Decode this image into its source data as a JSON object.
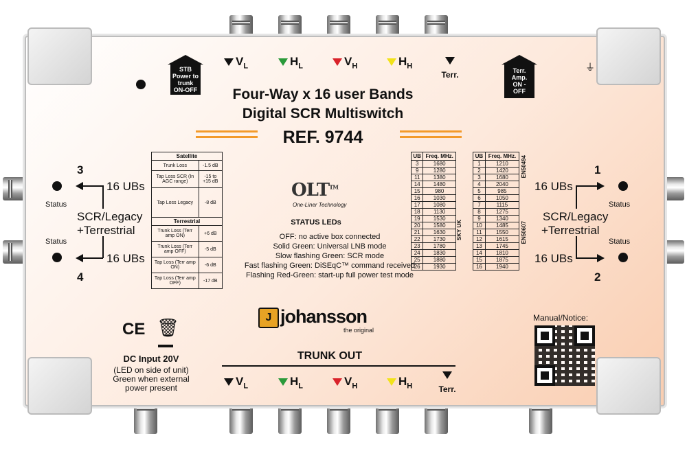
{
  "header": {
    "stb_label": "STB Power to trunk ON-OFF",
    "terr_amp_label": "Terr. Amp. ON - OFF",
    "title_line1": "Four-Way x 16 user Bands",
    "title_line2": "Digital SCR Multiswitch",
    "ref": "REF. 9744"
  },
  "inputs": [
    {
      "base": "V",
      "sub": "L",
      "color": "#111111"
    },
    {
      "base": "H",
      "sub": "L",
      "color": "#2a9a3a"
    },
    {
      "base": "V",
      "sub": "H",
      "color": "#d9222a"
    },
    {
      "base": "H",
      "sub": "H",
      "color": "#f2e21a"
    },
    {
      "base": "Terr.",
      "sub": "",
      "color": "#111111"
    }
  ],
  "outputs_left": {
    "port3": "3",
    "port4": "4",
    "ubs_top": "16 UBs",
    "ubs_bottom": "16 UBs",
    "status_top": "Status",
    "status_bottom": "Status",
    "mode_line1": "SCR/Legacy",
    "mode_line2": "+Terrestrial"
  },
  "outputs_right": {
    "port1": "1",
    "port2": "2",
    "ubs_top": "16 UBs",
    "ubs_bottom": "16 UBs",
    "status_top": "Status",
    "status_bottom": "Status",
    "mode_line1": "SCR/Legacy",
    "mode_line2": "+Terrestrial"
  },
  "spec_table": {
    "satellite_header": "Satellite",
    "satellite_rows": [
      [
        "Trunk Loss",
        "-1.5 dB"
      ],
      [
        "Tap Loss SCR (In AGC range)",
        "-15 to +15 dB"
      ],
      [
        "Tap Loss Legacy",
        "-8 dB"
      ]
    ],
    "terrestrial_header": "Terrestrial",
    "terrestrial_rows": [
      [
        "Trunk Loss (Terr amp ON)",
        "+6 dB"
      ],
      [
        "Trunk Loss (Terr amp OFF)",
        "-5 dB"
      ],
      [
        "Tap Loss (Terr amp ON)",
        "-6 dB"
      ],
      [
        "Tap Loss (Terr amp OFF)",
        "-17 dB"
      ]
    ]
  },
  "olt": {
    "logo": "OLT",
    "tm": "TM",
    "tagline": "One-Liner Technology"
  },
  "status_leds": {
    "title": "STATUS LEDs",
    "lines": [
      "OFF: no active box connected",
      "Solid Green: Universal LNB mode",
      "Slow flashing Green: SCR mode",
      "Fast flashing Green: DiSEqC™ command received",
      "Flashing Red-Green: start-up full power test mode"
    ]
  },
  "sky_table": {
    "label": "SKY UK",
    "header": [
      "UB",
      "Freq. MHz."
    ],
    "rows": [
      [
        "3",
        "1680"
      ],
      [
        "9",
        "1280"
      ],
      [
        "11",
        "1380"
      ],
      [
        "14",
        "1480"
      ],
      [
        "15",
        "980"
      ],
      [
        "16",
        "1030"
      ],
      [
        "17",
        "1080"
      ],
      [
        "18",
        "1130"
      ],
      [
        "19",
        "1530"
      ],
      [
        "20",
        "1580"
      ],
      [
        "21",
        "1630"
      ],
      [
        "22",
        "1730"
      ],
      [
        "23",
        "1780"
      ],
      [
        "24",
        "1830"
      ],
      [
        "25",
        "1880"
      ],
      [
        "26",
        "1930"
      ]
    ]
  },
  "en_table": {
    "label_top": "EN50494",
    "label_bottom": "EN50607",
    "header": [
      "UB",
      "Freq. MHz."
    ],
    "rows": [
      [
        "1",
        "1210"
      ],
      [
        "2",
        "1420"
      ],
      [
        "3",
        "1680"
      ],
      [
        "4",
        "2040"
      ],
      [
        "5",
        "985"
      ],
      [
        "6",
        "1050"
      ],
      [
        "7",
        "1115"
      ],
      [
        "8",
        "1275"
      ],
      [
        "9",
        "1340"
      ],
      [
        "10",
        "1485"
      ],
      [
        "11",
        "1550"
      ],
      [
        "12",
        "1615"
      ],
      [
        "13",
        "1745"
      ],
      [
        "14",
        "1810"
      ],
      [
        "15",
        "1875"
      ],
      [
        "16",
        "1940"
      ]
    ]
  },
  "brand": {
    "logo_letter": "J",
    "name": "johansson",
    "tagline": "the original"
  },
  "power": {
    "ce": "CE",
    "line1": "DC Input 20V",
    "line2": "(LED on side of unit)",
    "line3": "Green when external",
    "line4": "power present"
  },
  "trunk_out": {
    "label": "TRUNK OUT"
  },
  "manual_label": "Manual/Notice:"
}
